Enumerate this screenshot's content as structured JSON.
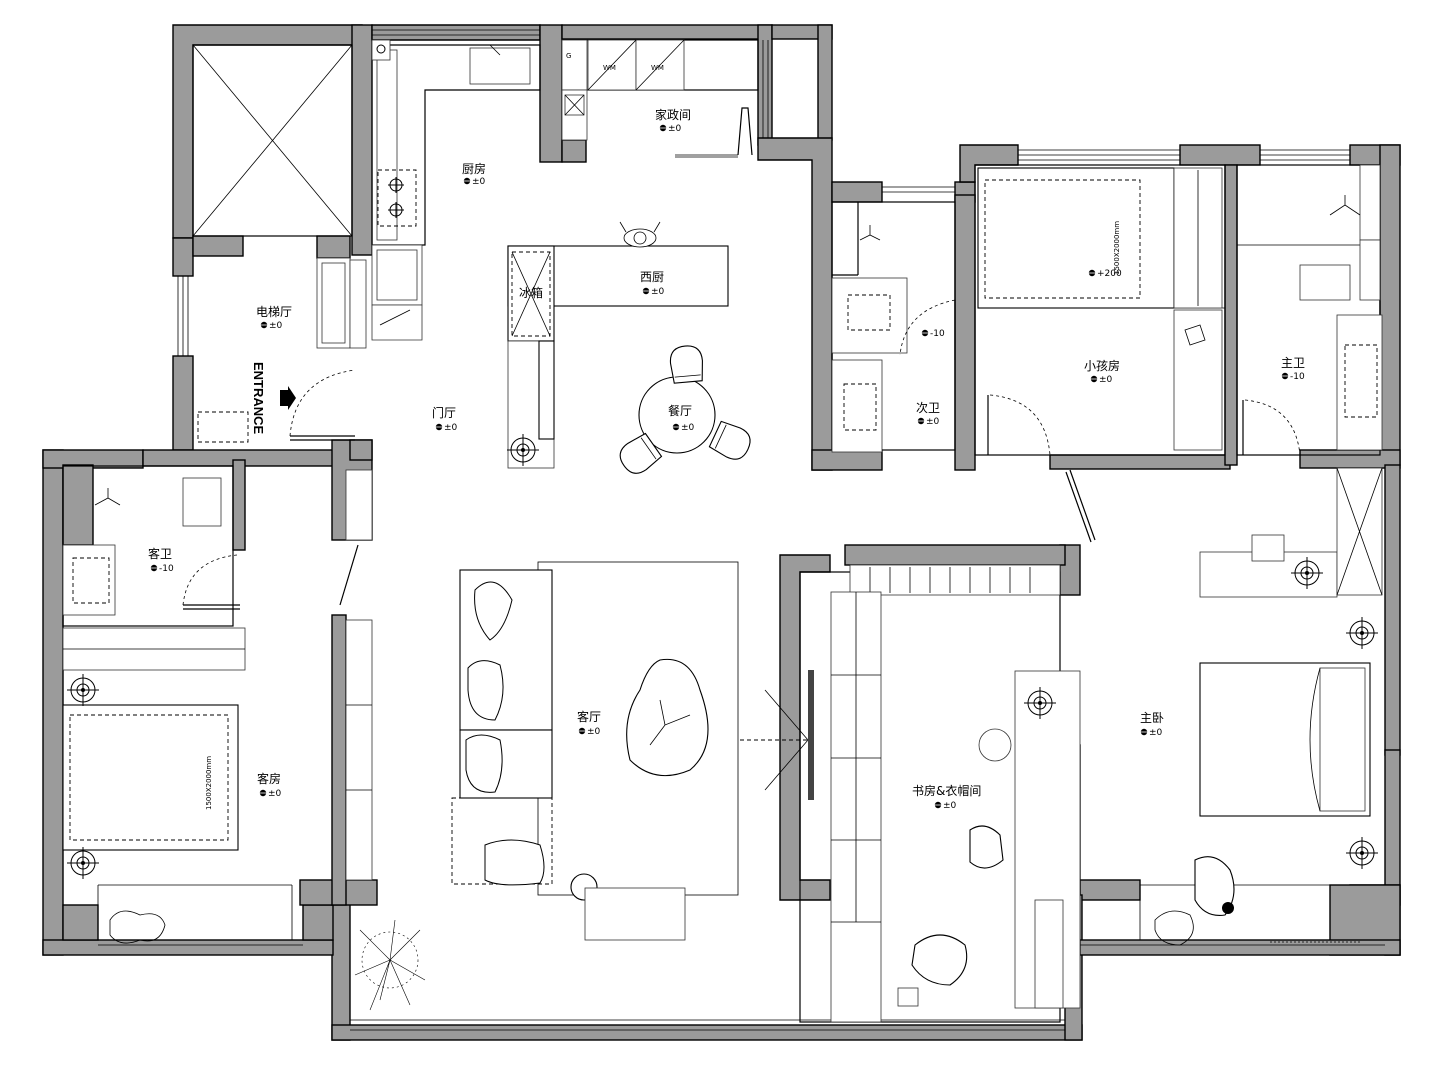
{
  "rooms": {
    "elevator_hall": {
      "name": "电梯厅",
      "level": "±0"
    },
    "kitchen": {
      "name": "厨房",
      "level": "±0"
    },
    "utility": {
      "name": "家政间",
      "level": "±0"
    },
    "western_kitchen": {
      "name": "西厨",
      "level": "±0"
    },
    "fridge": {
      "name": "冰箱"
    },
    "foyer": {
      "name": "门厅",
      "level": "±0"
    },
    "dining": {
      "name": "餐厅",
      "level": "±0"
    },
    "second_bath": {
      "name": "次卫",
      "level": "±0",
      "inner_level": "-10"
    },
    "kids_room": {
      "name": "小孩房",
      "level": "±0",
      "bed_level": "+200"
    },
    "master_bath": {
      "name": "主卫",
      "level": "-10"
    },
    "guest_bath": {
      "name": "客卫",
      "level": "-10"
    },
    "living": {
      "name": "客厅",
      "level": "±0"
    },
    "study": {
      "name": "书房&衣帽间",
      "level": "±0"
    },
    "master_bedroom": {
      "name": "主卧",
      "level": "±0"
    },
    "guest_room": {
      "name": "客房",
      "level": "±0"
    }
  },
  "entrance_label": "ENTRANCE",
  "bed_size_kids": "1500X2000mm",
  "bed_size_guest": "1500X2000mm",
  "appliance_marks": {
    "gas": "G",
    "washer": "WM",
    "dryer": "WM"
  }
}
